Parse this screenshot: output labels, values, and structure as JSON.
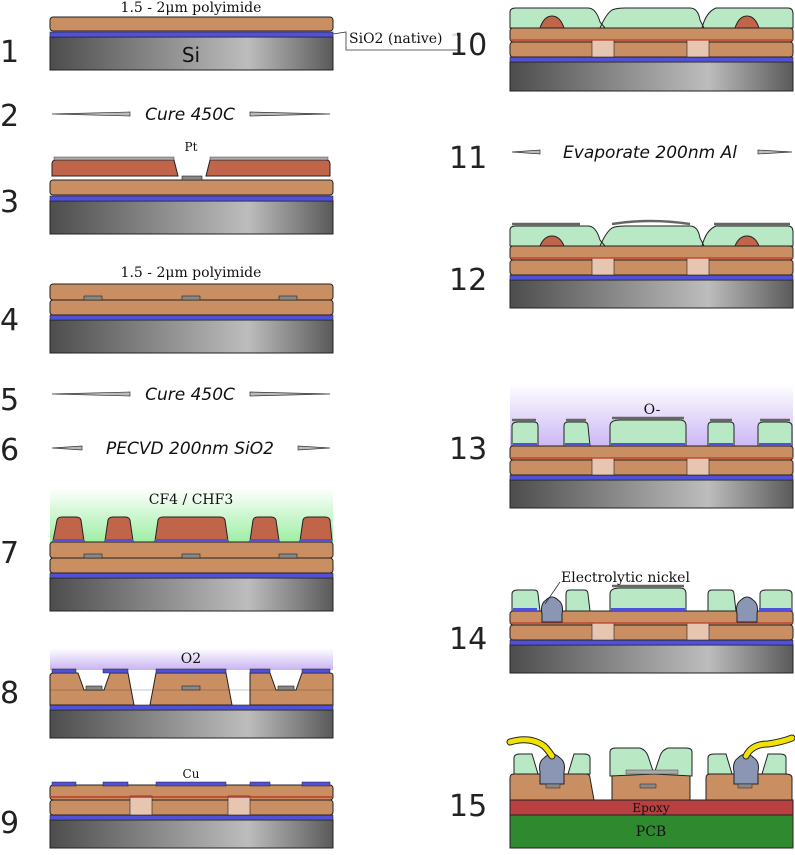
{
  "steps": [
    "1",
    "2",
    "3",
    "4",
    "5",
    "6",
    "7",
    "8",
    "9",
    "10",
    "11",
    "12",
    "13",
    "14",
    "15"
  ],
  "labels": {
    "polyimide_1": "1.5 - 2μm polyimide",
    "si": "Si",
    "sio2_native": "SiO2 (native)",
    "cure_1": "Cure 450C",
    "pt": "Pt",
    "polyimide_2": "1.5 - 2μm polyimide",
    "cure_2": "Cure 450C",
    "pecvd": "PECVD 200nm SiO2",
    "cf4": "CF4 / CHF3",
    "o2": "O2",
    "cu": "Cu",
    "evaporate": "Evaporate 200nm Al",
    "o_minus": "O-",
    "nickel": "Electrolytic nickel",
    "epoxy": "Epoxy",
    "pcb": "PCB"
  },
  "colors": {
    "polyimide": "#c98e62",
    "pt_layer": "#c0654a",
    "sio2": "#5050d8",
    "si_dark": "#5a5a5a",
    "si_light": "#b8b8b8",
    "al_resist": "#b8e8c4",
    "nickel": "#8a96b4",
    "wire": "#f2e200",
    "epoxy": "#b84040",
    "pcb": "#2f8a2f",
    "cf4_glow": "#9aeea0",
    "o2_glow": "#c9b3f2"
  }
}
